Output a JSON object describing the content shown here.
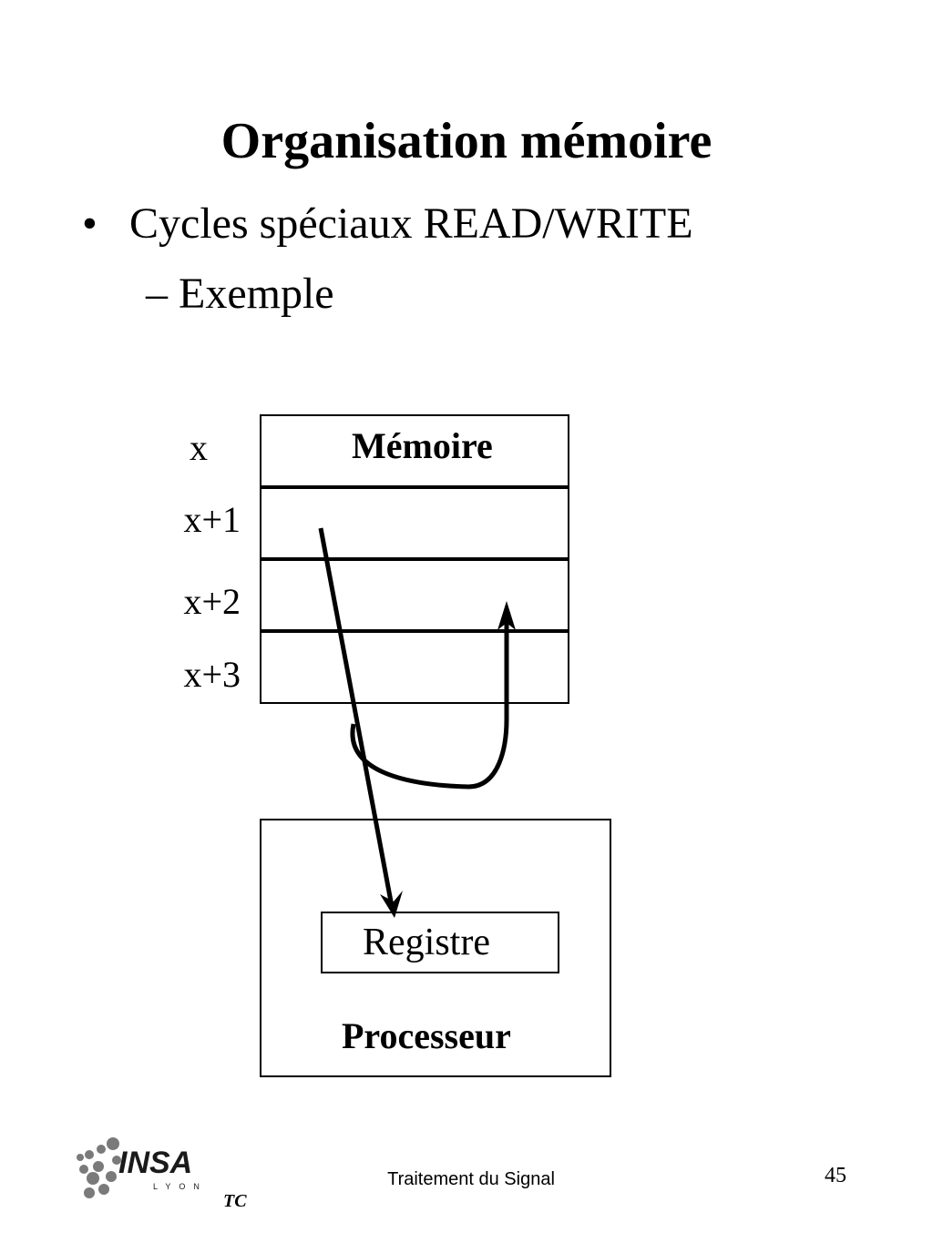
{
  "slide": {
    "title": "Organisation mémoire",
    "bullet_mark": "•",
    "bullet": "Cycles spéciaux READ/WRITE",
    "sub_bullet": "– Exemple"
  },
  "diagram": {
    "memory_label": "Mémoire",
    "addresses": [
      "x",
      "x+1",
      "x+2",
      "x+3"
    ],
    "register_label": "Registre",
    "processor_label": "Processeur"
  },
  "footer": {
    "center_text": "Traitement du Signal",
    "page_number": "45",
    "logo_text": "INSA",
    "logo_subtext": "LYON",
    "department": "TC"
  }
}
